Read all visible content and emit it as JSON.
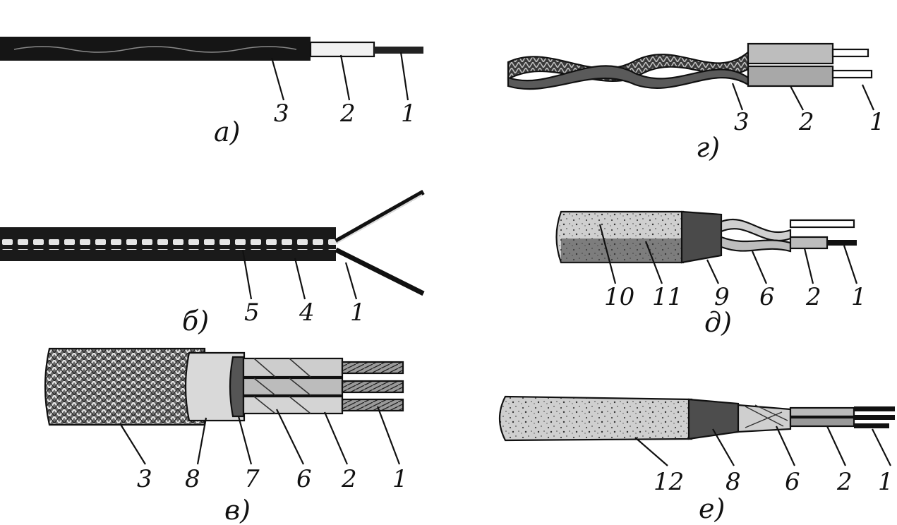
{
  "panels": {
    "a": {
      "caption": "а)",
      "labels": [
        "3",
        "2",
        "1"
      ]
    },
    "b": {
      "caption": "б)",
      "labels": [
        "5",
        "4",
        "1"
      ]
    },
    "v": {
      "caption": "в)",
      "labels": [
        "3",
        "8",
        "7",
        "6",
        "2",
        "1"
      ]
    },
    "g": {
      "caption": "г)",
      "labels": [
        "3",
        "2",
        "1"
      ]
    },
    "d": {
      "caption": "д)",
      "labels": [
        "10",
        "11",
        "9",
        "6",
        "2",
        "1"
      ]
    },
    "e": {
      "caption": "е)",
      "labels": [
        "12",
        "8",
        "6",
        "2",
        "1"
      ]
    }
  }
}
